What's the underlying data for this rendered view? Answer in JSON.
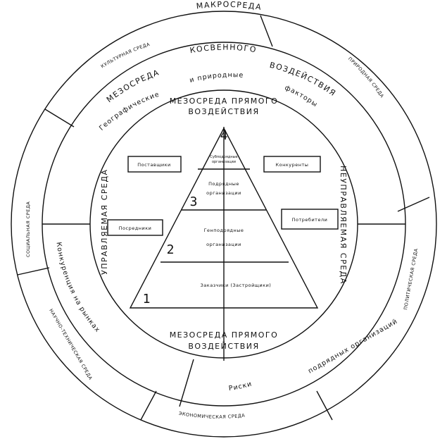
{
  "rings": {
    "macro": "МАКРОСРЕДА",
    "meso_indirect_line1": "КОСВЕННОГО",
    "meso_indirect_left": "МЕЗОСРЕДА",
    "meso_indirect_right": "ВОЗДЕЙСТВИЯ",
    "nature_factors_1": "и природные",
    "nature_factors_2": "факторы",
    "geographic": "Географические",
    "competitors": "Конкуренция на рынках",
    "risks": "Риски",
    "contractor_orgs": "подрядных организаций",
    "managed": "УПРАВЛЯЕМАЯ СРЕДА",
    "unmanaged": "НЕУПРАВЛЯЕМАЯ СРЕДА"
  },
  "outer_ring_labels": {
    "cultural": "КУЛЬТУРНАЯ СРЕДА",
    "natural": "ПРИРОДНАЯ СРЕДА",
    "social": "СОЦИАЛЬНАЯ СРЕДА",
    "political": "ПОЛИТИЧЕСКАЯ СРЕДА",
    "scitech": "НАУЧНО-ТЕХНИЧЕСКАЯ СРЕДА",
    "economic": "ЭКОНОМИЧЕСКАЯ СРЕДА"
  },
  "inner": {
    "direct_top_1": "МЕЗОСРЕДА ПРЯМОГО",
    "direct_top_2": "ВОЗДЕЙСТВИЯ",
    "direct_bottom_1": "МЕЗОСРЕДА ПРЯМОГО",
    "direct_bottom_2": "ВОЗДЕЙСТВИЯ"
  },
  "boxes": {
    "suppliers": "Поставщики",
    "competitors": "Конкуренты",
    "intermediaries": "Посредники",
    "consumers": "Потребители"
  },
  "pyramid": {
    "level1_num": "1",
    "level1_label": "Заказчики (Застройщики)",
    "level2_num": "2",
    "level2_label_1": "Генподрядные",
    "level2_label_2": "организации",
    "level3_num": "3",
    "level3_label_1": "Подрядные",
    "level3_label_2": "организации",
    "level4_num": "4",
    "level4_label_1": "Субподрядные",
    "level4_label_2": "организации"
  }
}
